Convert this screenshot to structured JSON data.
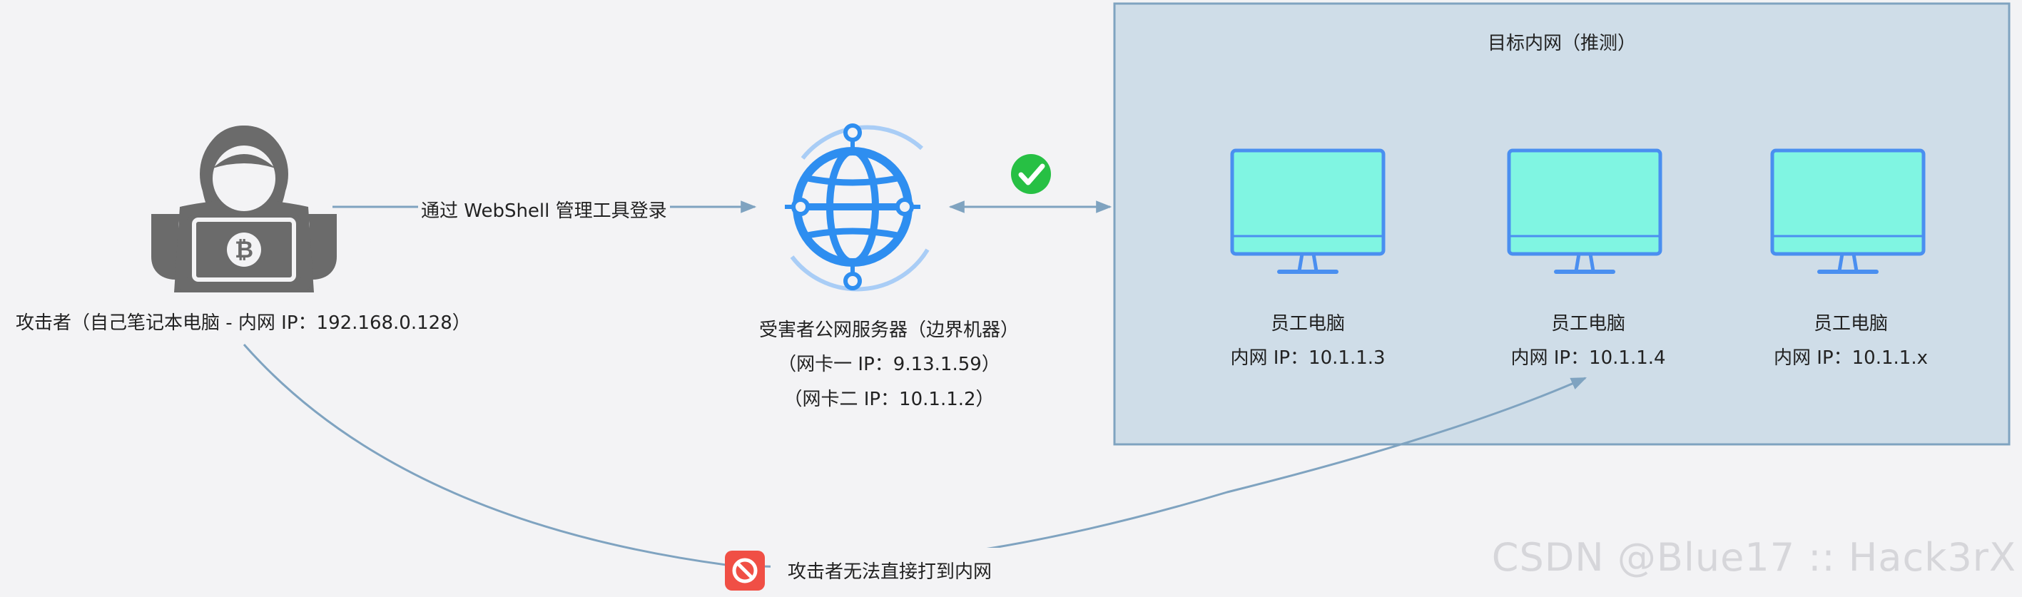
{
  "attacker": {
    "label": "攻击者（自己笔记本电脑 - 内网 IP：192.168.0.128）"
  },
  "edge_webshell": {
    "label": "通过 WebShell 管理工具登录"
  },
  "server": {
    "name": "受害者公网服务器（边界机器）",
    "nic1": "（网卡一 IP：9.13.1.59）",
    "nic2": "（网卡二 IP：10.1.1.2）"
  },
  "target_network": {
    "title": "目标内网（推测）",
    "computers": [
      {
        "name": "员工电脑",
        "ip": "内网 IP：10.1.1.3"
      },
      {
        "name": "员工电脑",
        "ip": "内网 IP：10.1.1.4"
      },
      {
        "name": "员工电脑",
        "ip": "内网 IP：10.1.1.x"
      }
    ]
  },
  "blocked_path": {
    "label": "攻击者无法直接打到内网"
  },
  "watermark": "CSDN @Blue17 :: Hack3rX",
  "colors": {
    "edge": "#7fa3c0",
    "network_fill": "#cfdde8",
    "network_border": "#7fa3c0",
    "screen": "#80f5e2",
    "monitor_frame": "#4a8ff0",
    "globe": "#2e8ef0",
    "check": "#27c044",
    "blocked": "#f04f45",
    "hacker": "#6b6b6b"
  }
}
